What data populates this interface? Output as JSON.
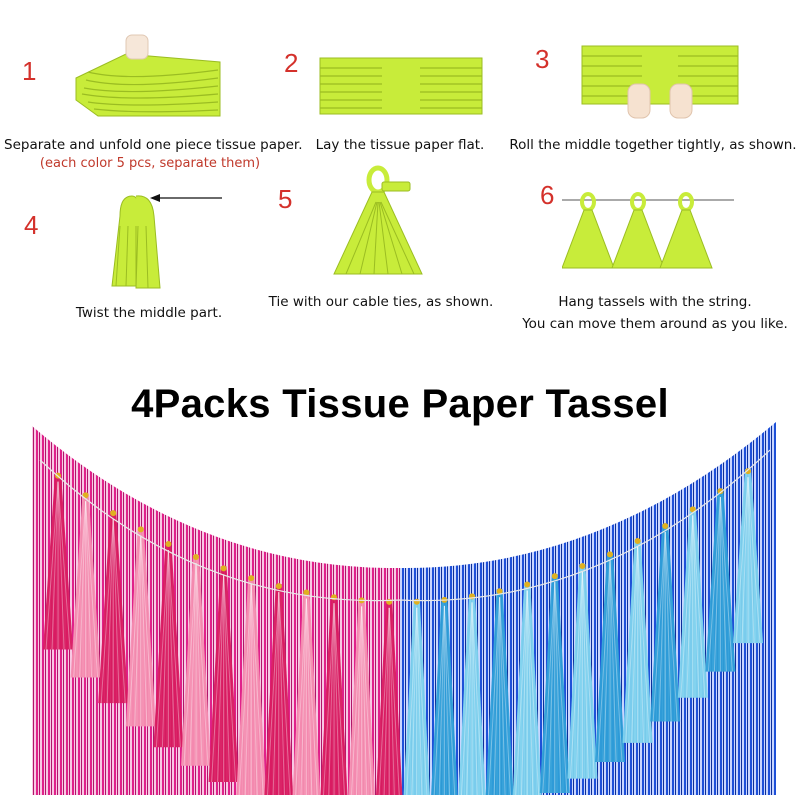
{
  "steps": [
    {
      "number": "1",
      "caption": "Separate and unfold one piece tissue paper.",
      "sub_caption": "(each color 5 pcs, separate them)"
    },
    {
      "number": "2",
      "caption": "Lay the tissue paper flat."
    },
    {
      "number": "3",
      "caption": "Roll the middle together tightly, as shown."
    },
    {
      "number": "4",
      "caption": "Twist the middle part."
    },
    {
      "number": "5",
      "caption": "Tie with our cable ties, as shown."
    },
    {
      "number": "6",
      "caption_line1": "Hang tassels with the string.",
      "caption_line2": "You can move them around as you like."
    }
  ],
  "headline": "4Packs Tissue Paper Tassel",
  "colors": {
    "step_number": "#d4312b",
    "sub_caption": "#c0392b",
    "tissue_green": "#c8ec3a",
    "tissue_green_dark": "#a8cc22",
    "hot_pink": "#d81b60",
    "light_pink": "#f48fb1",
    "light_blue": "#7fd3ee",
    "ocean_blue": "#2f9fd8",
    "curtain_pink": "#e0218a",
    "curtain_blue": "#1e50d8"
  }
}
